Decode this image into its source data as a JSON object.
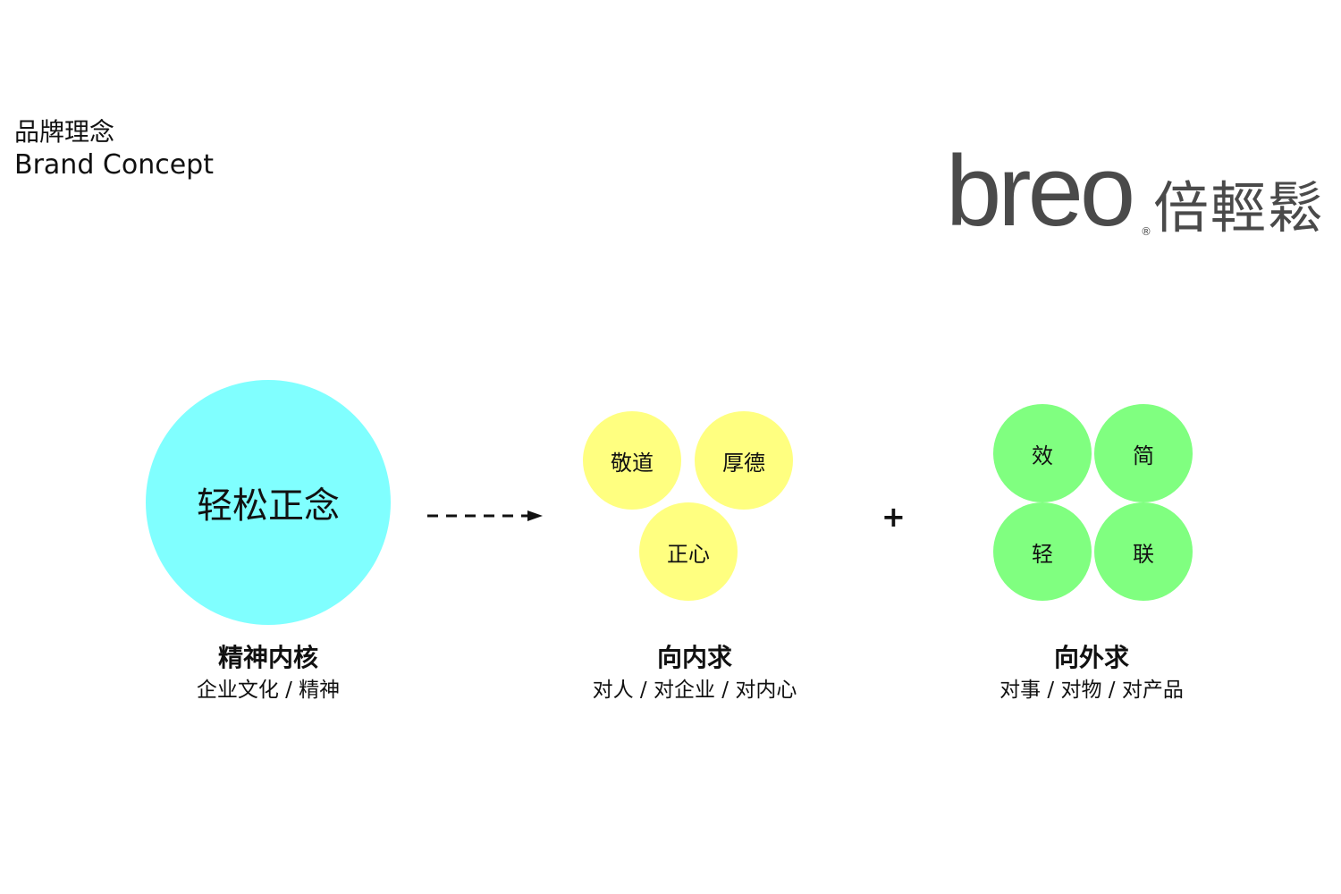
{
  "header": {
    "title_cn": "品牌理念",
    "title_en": "Brand Concept"
  },
  "logo": {
    "wordmark": "breo",
    "registered": "®",
    "chinese": "倍輕鬆",
    "color": "#4a4a4a"
  },
  "core": {
    "circle_text": "轻松正念",
    "title": "精神内核",
    "subtitle": "企业文化 / 精神",
    "color": "#80ffff"
  },
  "inner": {
    "circles": [
      "敬道",
      "厚德",
      "正心"
    ],
    "title": "向内求",
    "subtitle": "对人 / 对企业 / 对内心",
    "color": "#ffff80"
  },
  "plus": "+",
  "outer": {
    "circles": [
      "效",
      "简",
      "轻",
      "联"
    ],
    "title": "向外求",
    "subtitle": "对事 / 对物 / 对产品",
    "color": "#80ff80"
  }
}
